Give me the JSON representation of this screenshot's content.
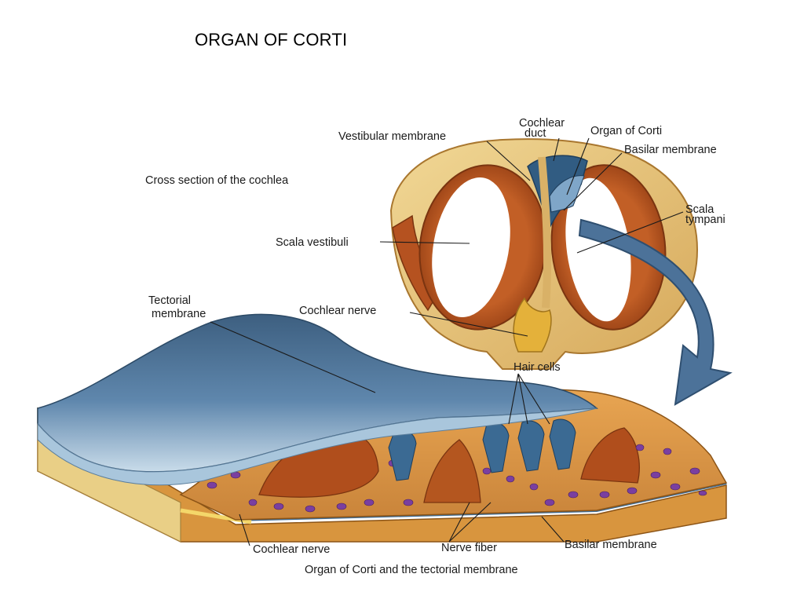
{
  "title": "ORGAN OF CORTI",
  "cross_section": {
    "caption": "Cross section of the cochlea",
    "labels": {
      "cochlear_duct_line1": "Cochlear",
      "cochlear_duct_line2": "duct",
      "vestibular_membrane": "Vestibular membrane",
      "organ_of_corti": "Organ of Corti",
      "basilar_membrane": "Basilar membrane",
      "scala_tympani_line1": "Scala",
      "scala_tympani_line2": "tympani",
      "scala_vestibuli": "Scala vestibuli",
      "cochlear_nerve": "Cochlear nerve"
    }
  },
  "detail": {
    "caption": "Organ of Corti and the tectorial membrane",
    "labels": {
      "tectorial_membrane_line1": "Tectorial",
      "tectorial_membrane_line2": "membrane",
      "hair_cells": "Hair cells",
      "cochlear_nerve": "Cochlear nerve",
      "nerve_fiber": "Nerve fiber",
      "basilar_membrane": "Basilar membrane"
    }
  },
  "colors": {
    "bone": "#e8c87a",
    "tissue": "#b5541c",
    "cell": "#e9a44a",
    "nucleus": "#7a3fa0",
    "membrane_blue": "#3f6d96",
    "arrow": "#4c7299"
  }
}
